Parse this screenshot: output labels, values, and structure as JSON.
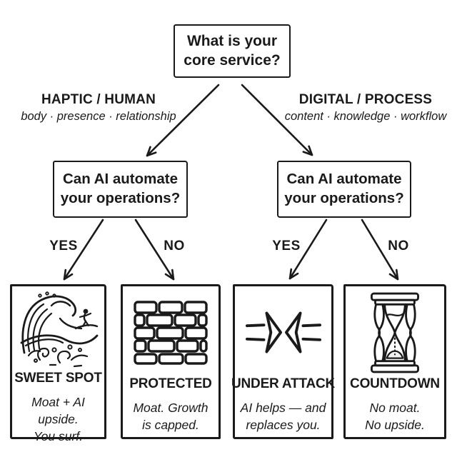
{
  "colors": {
    "ink": "#1a1a1a",
    "background": "#ffffff"
  },
  "root_question": {
    "text": "What is your\ncore service?"
  },
  "branches": {
    "left": {
      "title": "HAPTIC / HUMAN",
      "subtitle": "body · presence · relationship"
    },
    "right": {
      "title": "DIGITAL / PROCESS",
      "subtitle": "content · knowledge · workflow"
    }
  },
  "questions": {
    "left": "Can AI automate\nyour operations?",
    "right": "Can AI automate\nyour operations?"
  },
  "edge_labels": {
    "left_yes": "YES",
    "left_no": "NO",
    "right_yes": "YES",
    "right_no": "NO"
  },
  "outcomes": [
    {
      "id": "sweet-spot",
      "icon": "wave-surfer-icon",
      "title": "SWEET SPOT",
      "subtitle": "Moat + AI upside.\nYou surf."
    },
    {
      "id": "protected",
      "icon": "brick-wall-icon",
      "title": "PROTECTED",
      "subtitle": "Moat. Growth\nis capped."
    },
    {
      "id": "under-attack",
      "icon": "converging-arrows-icon",
      "title": "UNDER ATTACK",
      "subtitle": "AI helps — and\nreplaces you."
    },
    {
      "id": "countdown",
      "icon": "hourglass-icon",
      "title": "COUNTDOWN",
      "subtitle": "No moat.\nNo upside."
    }
  ]
}
